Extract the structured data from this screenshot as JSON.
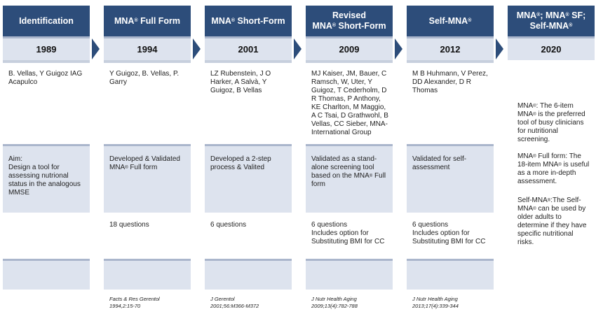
{
  "columns": [
    {
      "header_lines": [
        "Identification"
      ],
      "year": "1989",
      "authors": "B. Vellas, Y Guigoz IAG Acapulco",
      "aim": "Aim:\nDesign a tool for assessing nutrional status in the analogous MMSE",
      "questions": "",
      "reference_line1": "",
      "reference_line2": ""
    },
    {
      "header_lines": [
        "MNA® Full Form"
      ],
      "year": "1994",
      "authors": "Y Guigoz, B. Vellas,  P. Garry",
      "aim": "Developed & Validated MNA® Full form",
      "questions": "18 questions",
      "reference_line1": "Facts & Res Gerentol",
      "reference_line2": "1994,2:15-70"
    },
    {
      "header_lines": [
        "MNA® Short-Form"
      ],
      "year": "2001",
      "authors": "LZ Rubenstein, J O Harker, A Salvà, Y Guigoz, B Vellas",
      "aim": "Developed a 2-step process & Valited",
      "questions": "6 questions",
      "reference_line1": "J Gerentol",
      "reference_line2": "2001;56:M366-M372"
    },
    {
      "header_lines": [
        "Revised",
        "MNA® Short-Form"
      ],
      "year": "2009",
      "authors": "MJ Kaiser, JM, Bauer, C Ramsch, W, Uter, Y Guigoz, T Cederholm, D R Thomas, P Anthony, KE Charlton, M Maggio, A C Tsai, D Grathwohl, B Vellas, CC Sieber, MNA-International Group",
      "aim": "Validated as a stand-alone screening tool based on the MNA® Full form",
      "questions": "6 questions\nIncludes option for Substituting BMI for CC",
      "reference_line1": "J Nutr Health Aging",
      "reference_line2": "2009;13(4):782-788"
    },
    {
      "header_lines": [
        "Self-MNA®"
      ],
      "year": "2012",
      "authors": "M B Huhmann, V Perez, DD Alexander, D R Thomas",
      "aim": "Validated for self-assessment",
      "questions": "6 questions\nIncludes option for Substituting BMI for CC",
      "reference_line1": "J Nutr Health Aging",
      "reference_line2": "2013;17(4):339-344"
    },
    {
      "header_lines": [
        "MNA®; MNA® SF;",
        "Self-MNA®"
      ],
      "year": "2020",
      "authors": "",
      "aim": "",
      "questions": "",
      "reference_line1": "",
      "reference_line2": ""
    }
  ],
  "side_notes": [
    "MNA®: The 6-item MNA® is the preferred tool of busy clinicians for nutritional screening.",
    "MNA® Full form: The 18-item MNA® is useful as a more in-depth assessment.",
    "Self-MNA®:The Self-MNA® can be used by older adults to determine if they have specific nutritional risks."
  ]
}
